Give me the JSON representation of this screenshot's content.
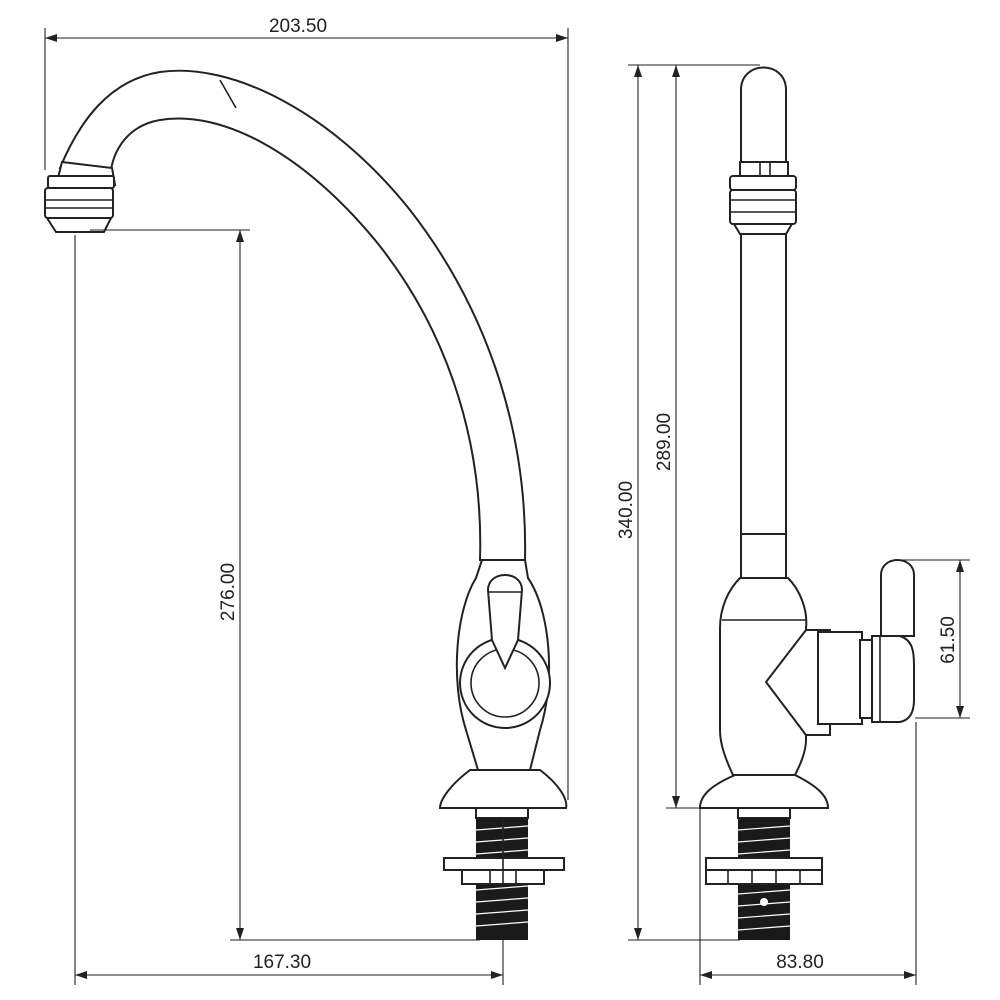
{
  "dimensions": {
    "overall_width": "203.50",
    "spout_height": "276.00",
    "spout_reach": "167.30",
    "total_height": "340.00",
    "body_height": "289.00",
    "handle_height": "61.50",
    "side_depth": "83.80"
  },
  "colors": {
    "line": "#222222",
    "background": "#ffffff",
    "thread": "#1a1a1a"
  }
}
